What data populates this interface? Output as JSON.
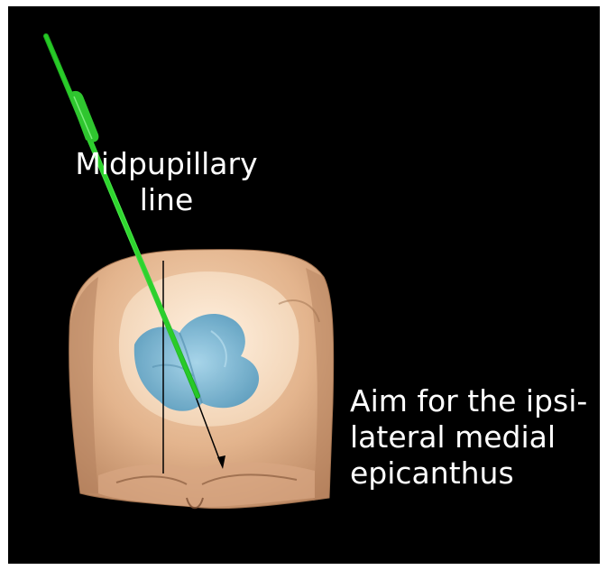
{
  "annotations": {
    "midpupillary": [
      "Midpupillary",
      "line"
    ],
    "aim": [
      "Aim for the ipsi-",
      "lateral medial",
      "epicanthus"
    ]
  },
  "colors": {
    "background": "#000000",
    "skull": "#e7b995",
    "ventricle": "#7ab8d6",
    "catheter": "#2ad12a",
    "midline": "#000000",
    "text": "#ffffff"
  },
  "icons": [
    "skull-render",
    "ventricle-render",
    "catheter-render",
    "midpupillary-line",
    "trajectory-arrow"
  ]
}
